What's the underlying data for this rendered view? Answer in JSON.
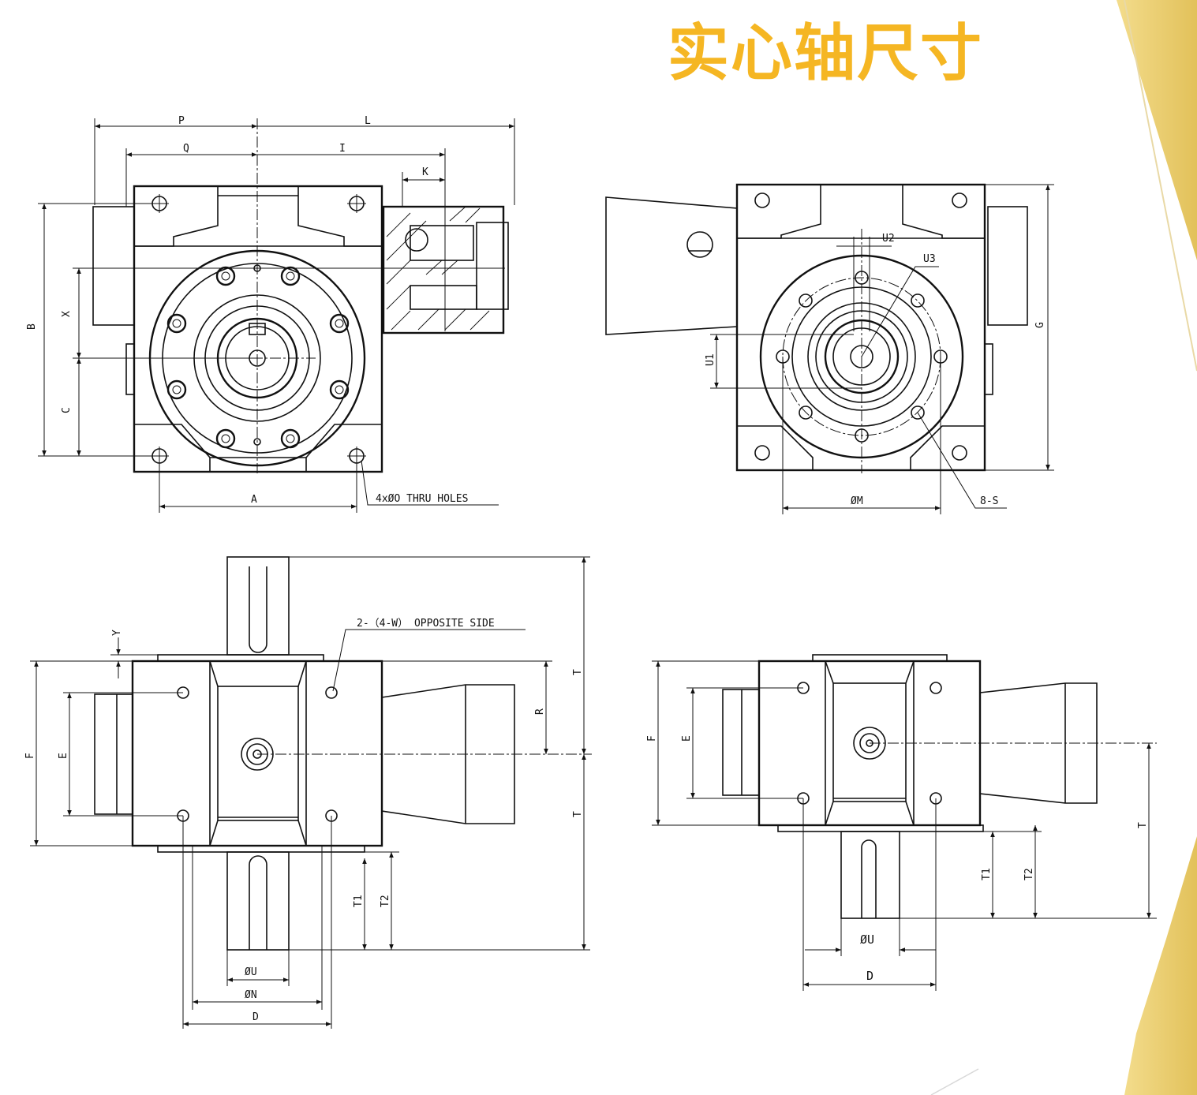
{
  "title": "实心轴尺寸",
  "accent_color": "#f5b623",
  "views": {
    "front": {
      "P": "P",
      "L": "L",
      "Q": "Q",
      "I": "I",
      "K": "K",
      "B": "B",
      "X": "X",
      "C": "C",
      "A": "A",
      "holes_note": "4xØO THRU HOLES"
    },
    "rear": {
      "U2": "U2",
      "U3": "U3",
      "U1": "U1",
      "G": "G",
      "M": "ØM",
      "S": "8-S"
    },
    "bottom_left": {
      "Y": "Y",
      "note": "2-（4-W） OPPOSITE SIDE",
      "F": "F",
      "E": "E",
      "R": "R",
      "T_top": "T",
      "T_bottom": "T",
      "T1": "T1",
      "T2": "T2",
      "U": "ØU",
      "N": "ØN",
      "D": "D"
    },
    "bottom_right": {
      "F": "F",
      "E": "E",
      "T": "T",
      "T1": "T1",
      "T2": "T2",
      "U": "ØU",
      "D": "D"
    }
  }
}
